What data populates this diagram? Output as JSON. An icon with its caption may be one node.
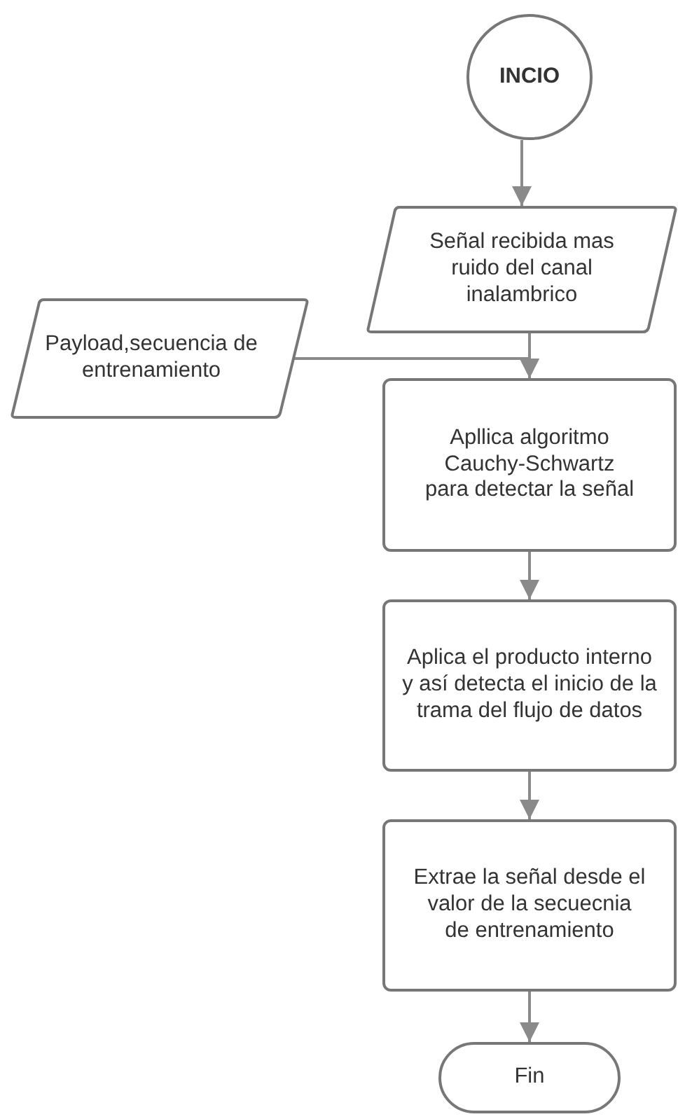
{
  "diagram": {
    "nodes": [
      {
        "text": [
          "INCIO"
        ]
      },
      {
        "text": [
          "Señal recibida mas ruido del canal inalambrico"
        ]
      },
      {
        "text": [
          "Payload,secuencia de entrenamiento"
        ]
      },
      {
        "text": [
          "Apllica algoritmo Cauchy-Schwartz para detectar la señal"
        ]
      },
      {
        "text": [
          "Aplica el producto interno y así detecta el inicio de la trama del flujo de datos"
        ]
      },
      {
        "text": [
          "Extrae la señal desde el valor de la secuecnia de entrenamiento"
        ]
      },
      {
        "text": [
          "Fin"
        ]
      }
    ],
    "edges": [
      {
        "from": 0,
        "to": 1,
        "arrow": "to"
      },
      {
        "from": 1,
        "to": 3,
        "arrow": "to"
      },
      {
        "from": 2,
        "to": 3,
        "arrow": "to"
      },
      {
        "from": 3,
        "to": 4,
        "arrow": "to"
      },
      {
        "from": 4,
        "to": 5,
        "arrow": "to"
      },
      {
        "from": 5,
        "to": 6,
        "arrow": "to"
      }
    ]
  }
}
